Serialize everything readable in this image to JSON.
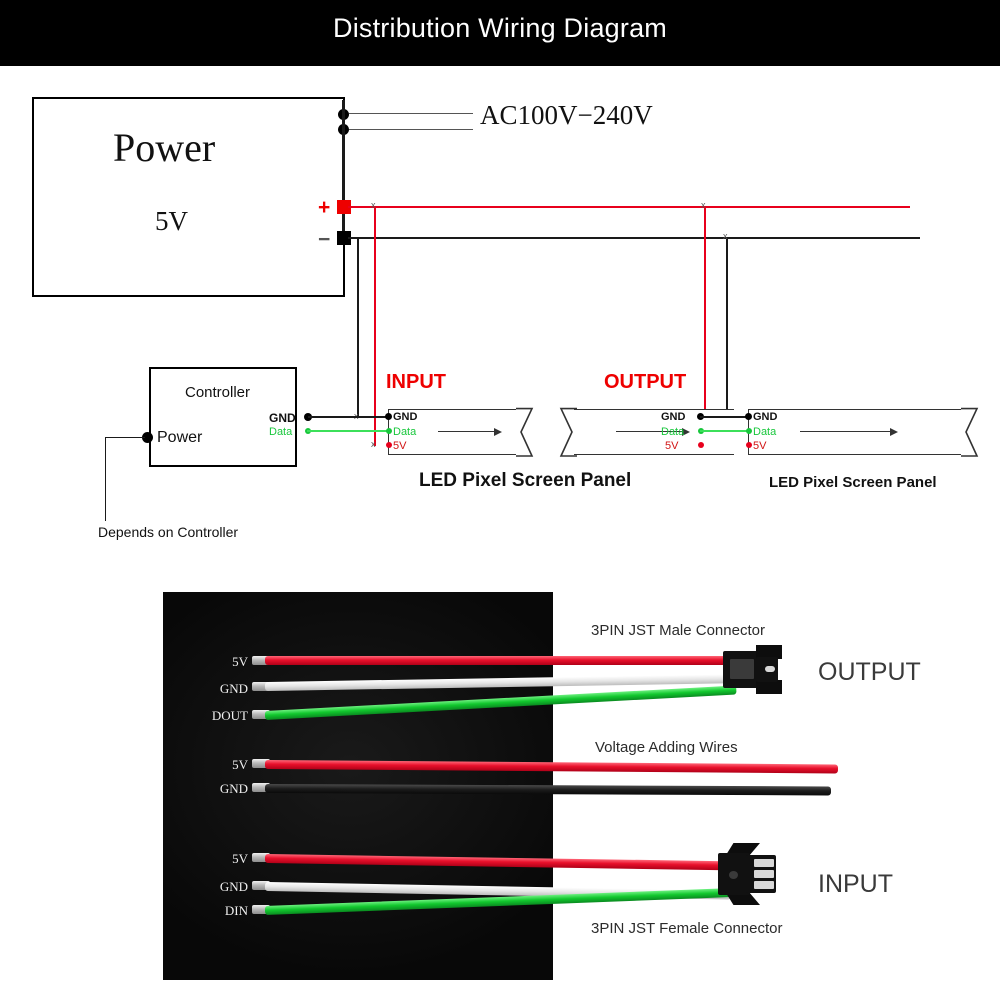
{
  "header": {
    "title": "Distribution Wiring Diagram"
  },
  "schematic": {
    "power_supply": {
      "name": "Power",
      "voltage": "5V",
      "ac_input_label": "AC100V−240V",
      "plus_symbol": "+",
      "minus_symbol": "−"
    },
    "controller": {
      "title": "Controller",
      "power_terminal": "Power",
      "gnd_pin": "GND",
      "data_pin": "Data",
      "note": "Depends on Controller"
    },
    "tags": {
      "input": "INPUT",
      "output": "OUTPUT"
    },
    "panels": [
      {
        "caption": "LED Pixel Screen Panel",
        "pins": {
          "gnd": "GND",
          "data": "Data",
          "v5": "5V"
        }
      },
      {
        "caption": "LED Pixel Screen Panel",
        "pins": {
          "gnd": "GND",
          "data": "Data",
          "v5": "5V"
        }
      }
    ],
    "colors": {
      "positive": "#ee0000",
      "ground": "#1a1a1a",
      "data": "#3ce05a",
      "tag": "#ee0000"
    }
  },
  "photo": {
    "output_group": {
      "labels": [
        "5V",
        "GND",
        "DOUT"
      ],
      "connector_note": "3PIN JST Male Connector",
      "side_label": "OUTPUT"
    },
    "voltage_group": {
      "labels": [
        "5V",
        "GND"
      ],
      "note": "Voltage Adding Wires"
    },
    "input_group": {
      "labels": [
        "5V",
        "GND",
        "DIN"
      ],
      "connector_note": "3PIN JST Female Connector",
      "side_label": "INPUT"
    },
    "wire_colors": {
      "v5": "#e8102b",
      "gnd_white": "#e6e6e6",
      "gnd_black": "#1c1c1c",
      "data": "#12c82e"
    }
  }
}
